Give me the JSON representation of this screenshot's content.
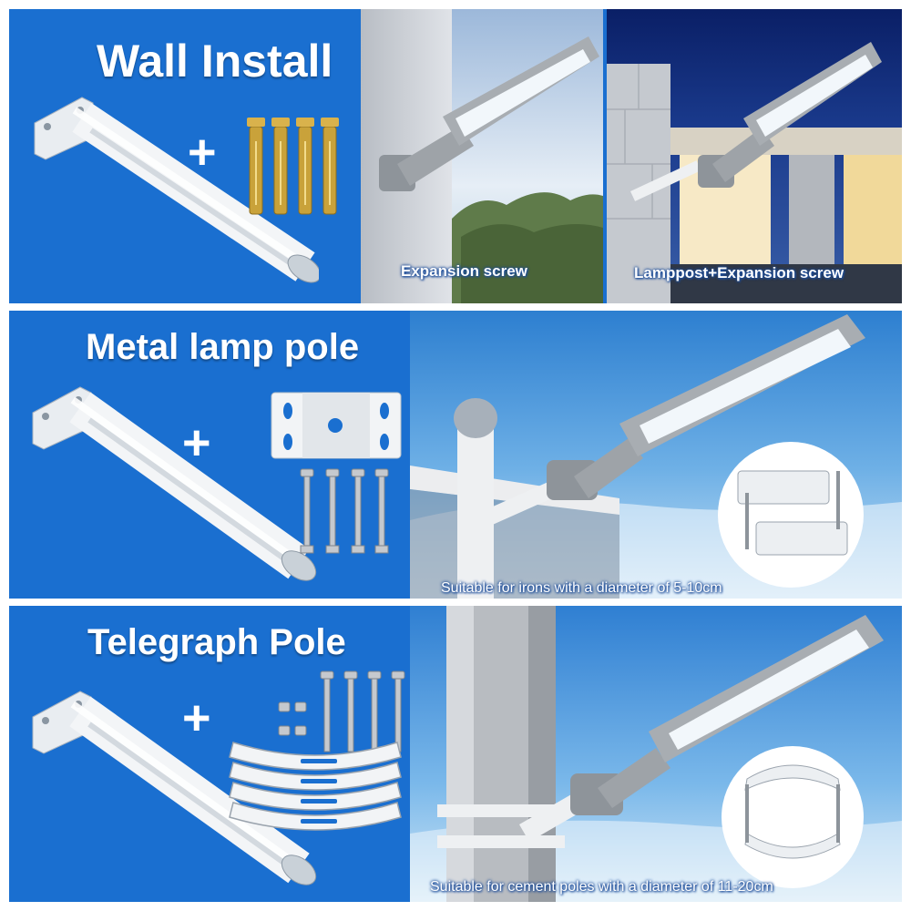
{
  "panels": {
    "wall": {
      "title": "Wall Install",
      "plus": "+",
      "caption_left": "Expansion screw",
      "caption_right": "Lamppost+Expansion screw"
    },
    "metal": {
      "title": "Metal lamp pole",
      "plus": "+",
      "caption": "Suitable for irons with a diameter of 5-10cm"
    },
    "telegraph": {
      "title": "Telegraph Pole",
      "plus": "+",
      "caption": "Suitable for cement poles with a diameter of 11-20cm"
    }
  },
  "colors": {
    "panel_blue": "#1a6fd0",
    "sky_light": "#bcd9f0",
    "night_sky": "#0a1f66",
    "lamp_grey": "#9ea3a8",
    "hardware_gold": "#c9a23a",
    "bracket_white": "#f4f6f8"
  },
  "icons": [
    "street-lamp-icon",
    "mounting-arm-icon",
    "expansion-screw-icon",
    "u-bracket-icon",
    "bolt-icon",
    "hoop-clamp-icon"
  ]
}
